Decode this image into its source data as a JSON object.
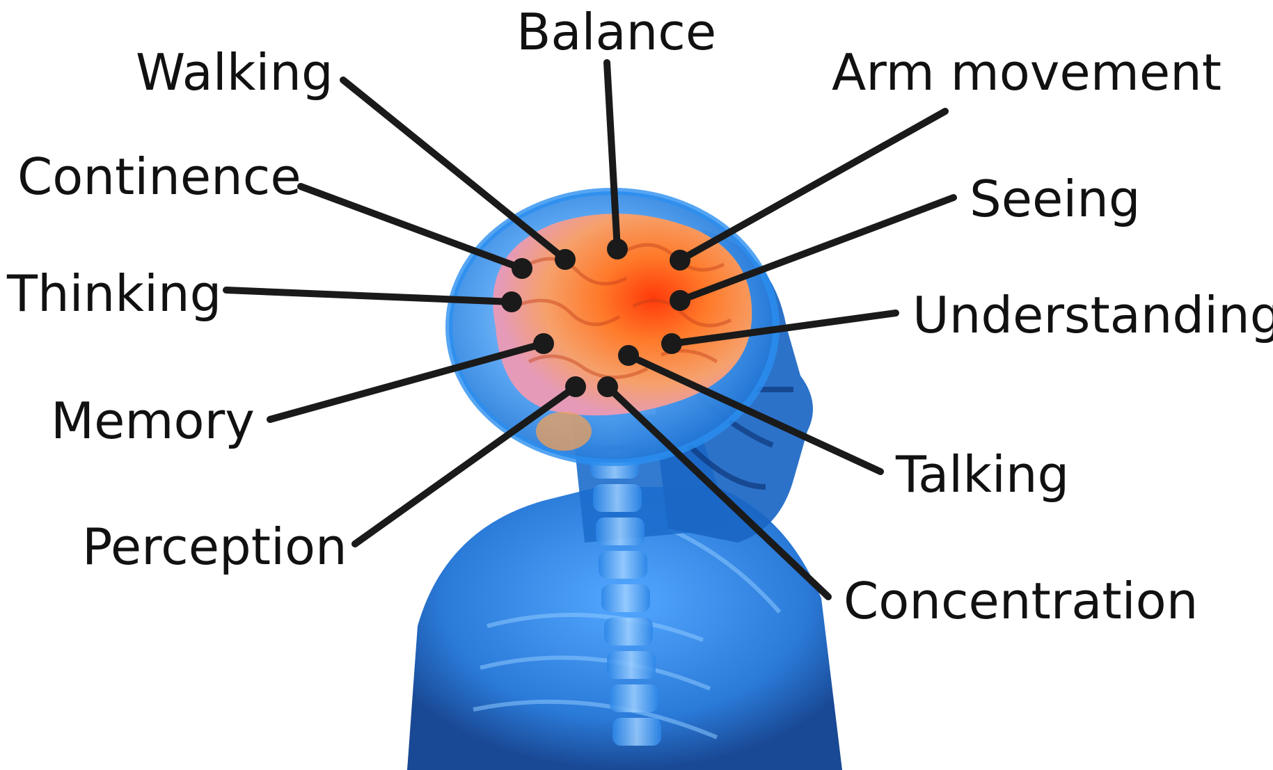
{
  "colors": {
    "leader_line": "#1a1a1a",
    "label_text": "#111111",
    "brain_glow": "#ff5a1a",
    "body_blue": "#1f73d6"
  },
  "figure": {
    "subject_icon": "human-head-brain-xray-icon"
  },
  "labels": {
    "balance": "Balance",
    "walking": "Walking",
    "arm_movement": "Arm movement",
    "continence": "Continence",
    "seeing": "Seeing",
    "thinking": "Thinking",
    "understanding": "Understanding",
    "memory": "Memory",
    "talking": "Talking",
    "perception": "Perception",
    "concentration": "Concentration"
  }
}
